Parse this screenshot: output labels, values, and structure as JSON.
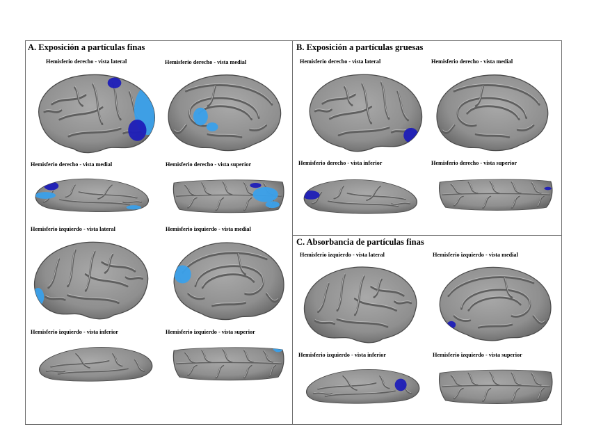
{
  "panels": {
    "a": {
      "title": "A. Exposición a partículas finas",
      "labels": [
        "Hemisferio derecho - vista lateral",
        "Hemisferio derecho - vista medial",
        "Hemisferio derecho - vista medial",
        "Hemisferio derecho - vista superior",
        "Hemisferio izquierdo - vista lateral",
        "Hemisferio izquierdo - vista medial",
        "Hemisferio izquierdo - vista inferior",
        "Hemisferio izquierdo - vista superior"
      ]
    },
    "b": {
      "title": "B. Exposición a partículas gruesas",
      "labels": [
        "Hemisferio derecho - vista lateral",
        "Hemisferio derecho - vista medial",
        "Hemisferio derecho - vista inferior",
        "Hemisferio derecho - vista superior"
      ]
    },
    "c": {
      "title": "C. Absorbancia de partículas finas",
      "labels": [
        "Hemisferio izquierdo - vista lateral",
        "Hemisferio izquierdo - vista medial",
        "Hemisferio izquierdo - vista inferior",
        "Hemisferio izquierdo - vista superior"
      ]
    }
  },
  "colors": {
    "cortex": "#8f8f8f",
    "sulcus": "#5f5f5f",
    "highlight_light": "#3aa0ea",
    "highlight_dark": "#1d1db8"
  }
}
